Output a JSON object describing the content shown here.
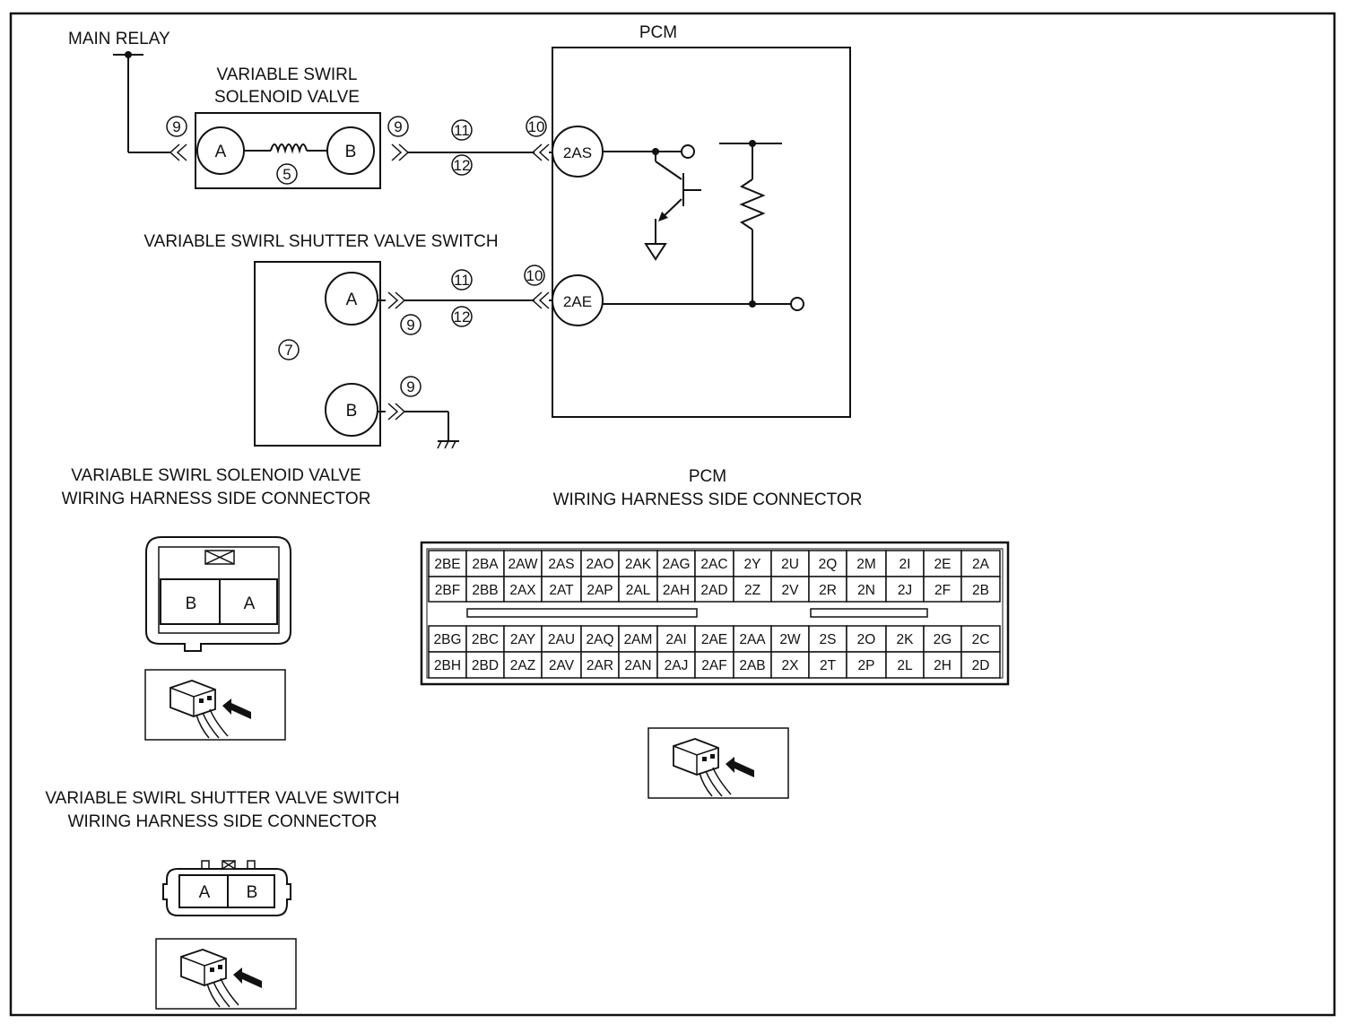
{
  "labels": {
    "main_relay": "MAIN RELAY",
    "solenoid_title_1": "VARIABLE SWIRL",
    "solenoid_title_2": "SOLENOID VALVE",
    "pcm": "PCM",
    "shutter_switch_title": "VARIABLE SWIRL SHUTTER VALVE SWITCH",
    "solenoid_conn_title_1": "VARIABLE SWIRL SOLENOID VALVE",
    "solenoid_conn_title_2": "WIRING HARNESS SIDE CONNECTOR",
    "pcm_conn_title_1": "PCM",
    "pcm_conn_title_2": "WIRING HARNESS SIDE CONNECTOR",
    "shutter_conn_title_1": "VARIABLE SWIRL SHUTTER VALVE SWITCH",
    "shutter_conn_title_2": "WIRING HARNESS SIDE CONNECTOR"
  },
  "terminals": {
    "sol_a": "A",
    "sol_b": "B",
    "sw_a": "A",
    "sw_b": "B",
    "pcm_2as": "2AS",
    "pcm_2ae": "2AE"
  },
  "callouts": {
    "c9": "9",
    "c5": "5",
    "c11": "11",
    "c12": "12",
    "c10": "10",
    "c7": "7"
  },
  "solenoid_connector": {
    "pins": [
      "B",
      "A"
    ]
  },
  "shutter_connector": {
    "pins": [
      "A",
      "B"
    ]
  },
  "pcm_connector": {
    "upper": [
      [
        "2BE",
        "2BA",
        "2AW",
        "2AS",
        "2AO",
        "2AK",
        "2AG",
        "2AC",
        "2Y",
        "2U",
        "2Q",
        "2M",
        "2I",
        "2E",
        "2A"
      ],
      [
        "2BF",
        "2BB",
        "2AX",
        "2AT",
        "2AP",
        "2AL",
        "2AH",
        "2AD",
        "2Z",
        "2V",
        "2R",
        "2N",
        "2J",
        "2F",
        "2B"
      ]
    ],
    "lower": [
      [
        "2BG",
        "2BC",
        "2AY",
        "2AU",
        "2AQ",
        "2AM",
        "2AI",
        "2AE",
        "2AA",
        "2W",
        "2S",
        "2O",
        "2K",
        "2G",
        "2C"
      ],
      [
        "2BH",
        "2BD",
        "2AZ",
        "2AV",
        "2AR",
        "2AN",
        "2AJ",
        "2AF",
        "2AB",
        "2X",
        "2T",
        "2P",
        "2L",
        "2H",
        "2D"
      ]
    ]
  },
  "icons": [
    "connector-view-icon",
    "connector-view-icon",
    "connector-view-icon"
  ]
}
